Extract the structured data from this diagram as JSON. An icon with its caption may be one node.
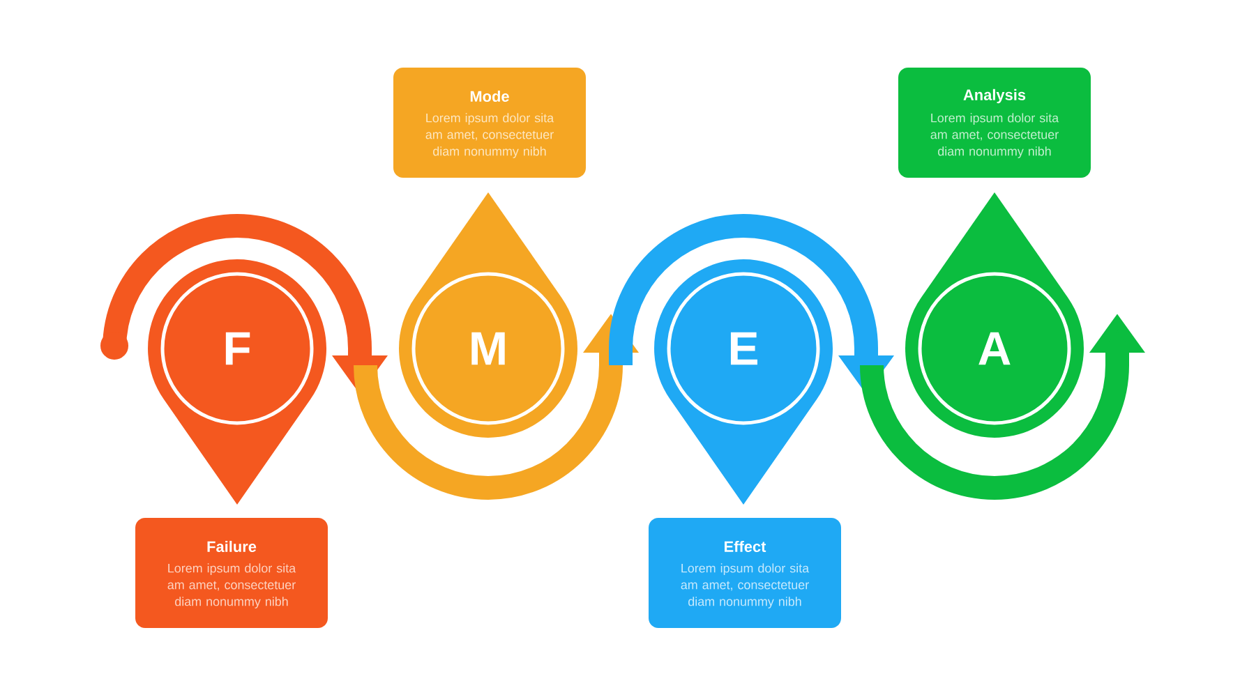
{
  "diagram": {
    "nodes": [
      {
        "text": [
          "F"
        ]
      },
      {
        "text": [
          "M"
        ]
      },
      {
        "text": [
          "E"
        ]
      },
      {
        "text": [
          "A"
        ]
      },
      {
        "text": [
          "Failure",
          "Lorem ipsum dolor sita am amet, consectetuer diam nonummy nibh"
        ]
      },
      {
        "text": [
          "Mode",
          "Lorem ipsum dolor sita am amet, consectetuer diam nonummy nibh"
        ]
      },
      {
        "text": [
          "Effect",
          "Lorem ipsum dolor sita am amet, consectetuer diam nonummy nibh"
        ]
      },
      {
        "text": [
          "Analysis",
          "Lorem ipsum dolor sita am amet, consectetuer diam nonummy nibh"
        ]
      }
    ]
  }
}
